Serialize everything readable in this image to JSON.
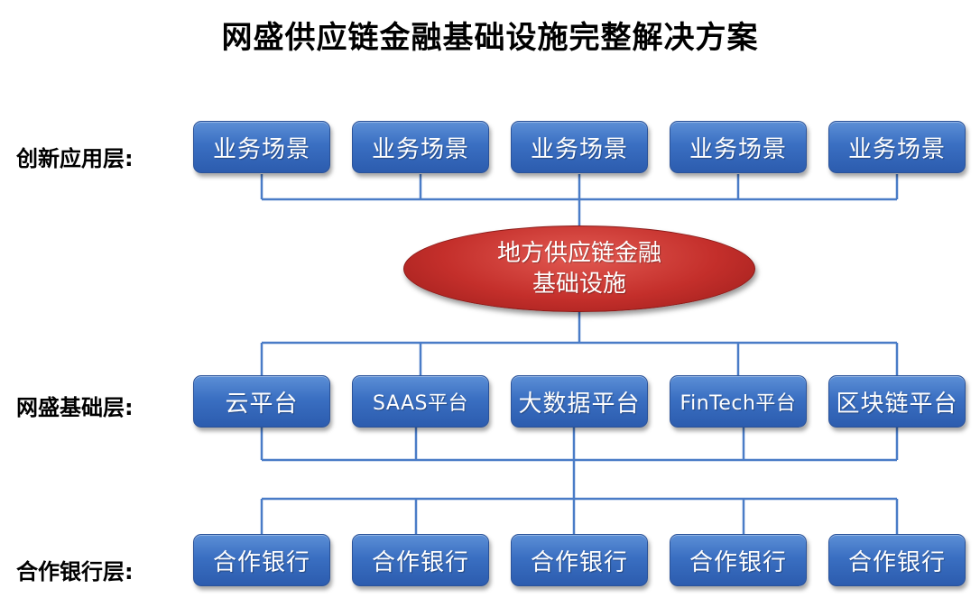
{
  "title": "网盛供应链金融基础设施完整解决方案",
  "layers": {
    "innovation": {
      "label": "创新应用层:",
      "items": [
        "业务场景",
        "业务场景",
        "业务场景",
        "业务场景",
        "业务场景"
      ]
    },
    "core": {
      "line1": "地方供应链金融",
      "line2": "基础设施"
    },
    "foundation": {
      "label": "网盛基础层:",
      "items": [
        "云平台",
        "SAAS平台",
        "大数据平台",
        "FinTech平台",
        "区块链平台"
      ]
    },
    "banks": {
      "label": "合作银行层:",
      "items": [
        "合作银行",
        "合作银行",
        "合作银行",
        "合作银行",
        "合作银行"
      ]
    }
  },
  "colors": {
    "box_blue": "#3a6fc2",
    "core_red": "#c42f2b",
    "connector": "#4a7cc7"
  }
}
